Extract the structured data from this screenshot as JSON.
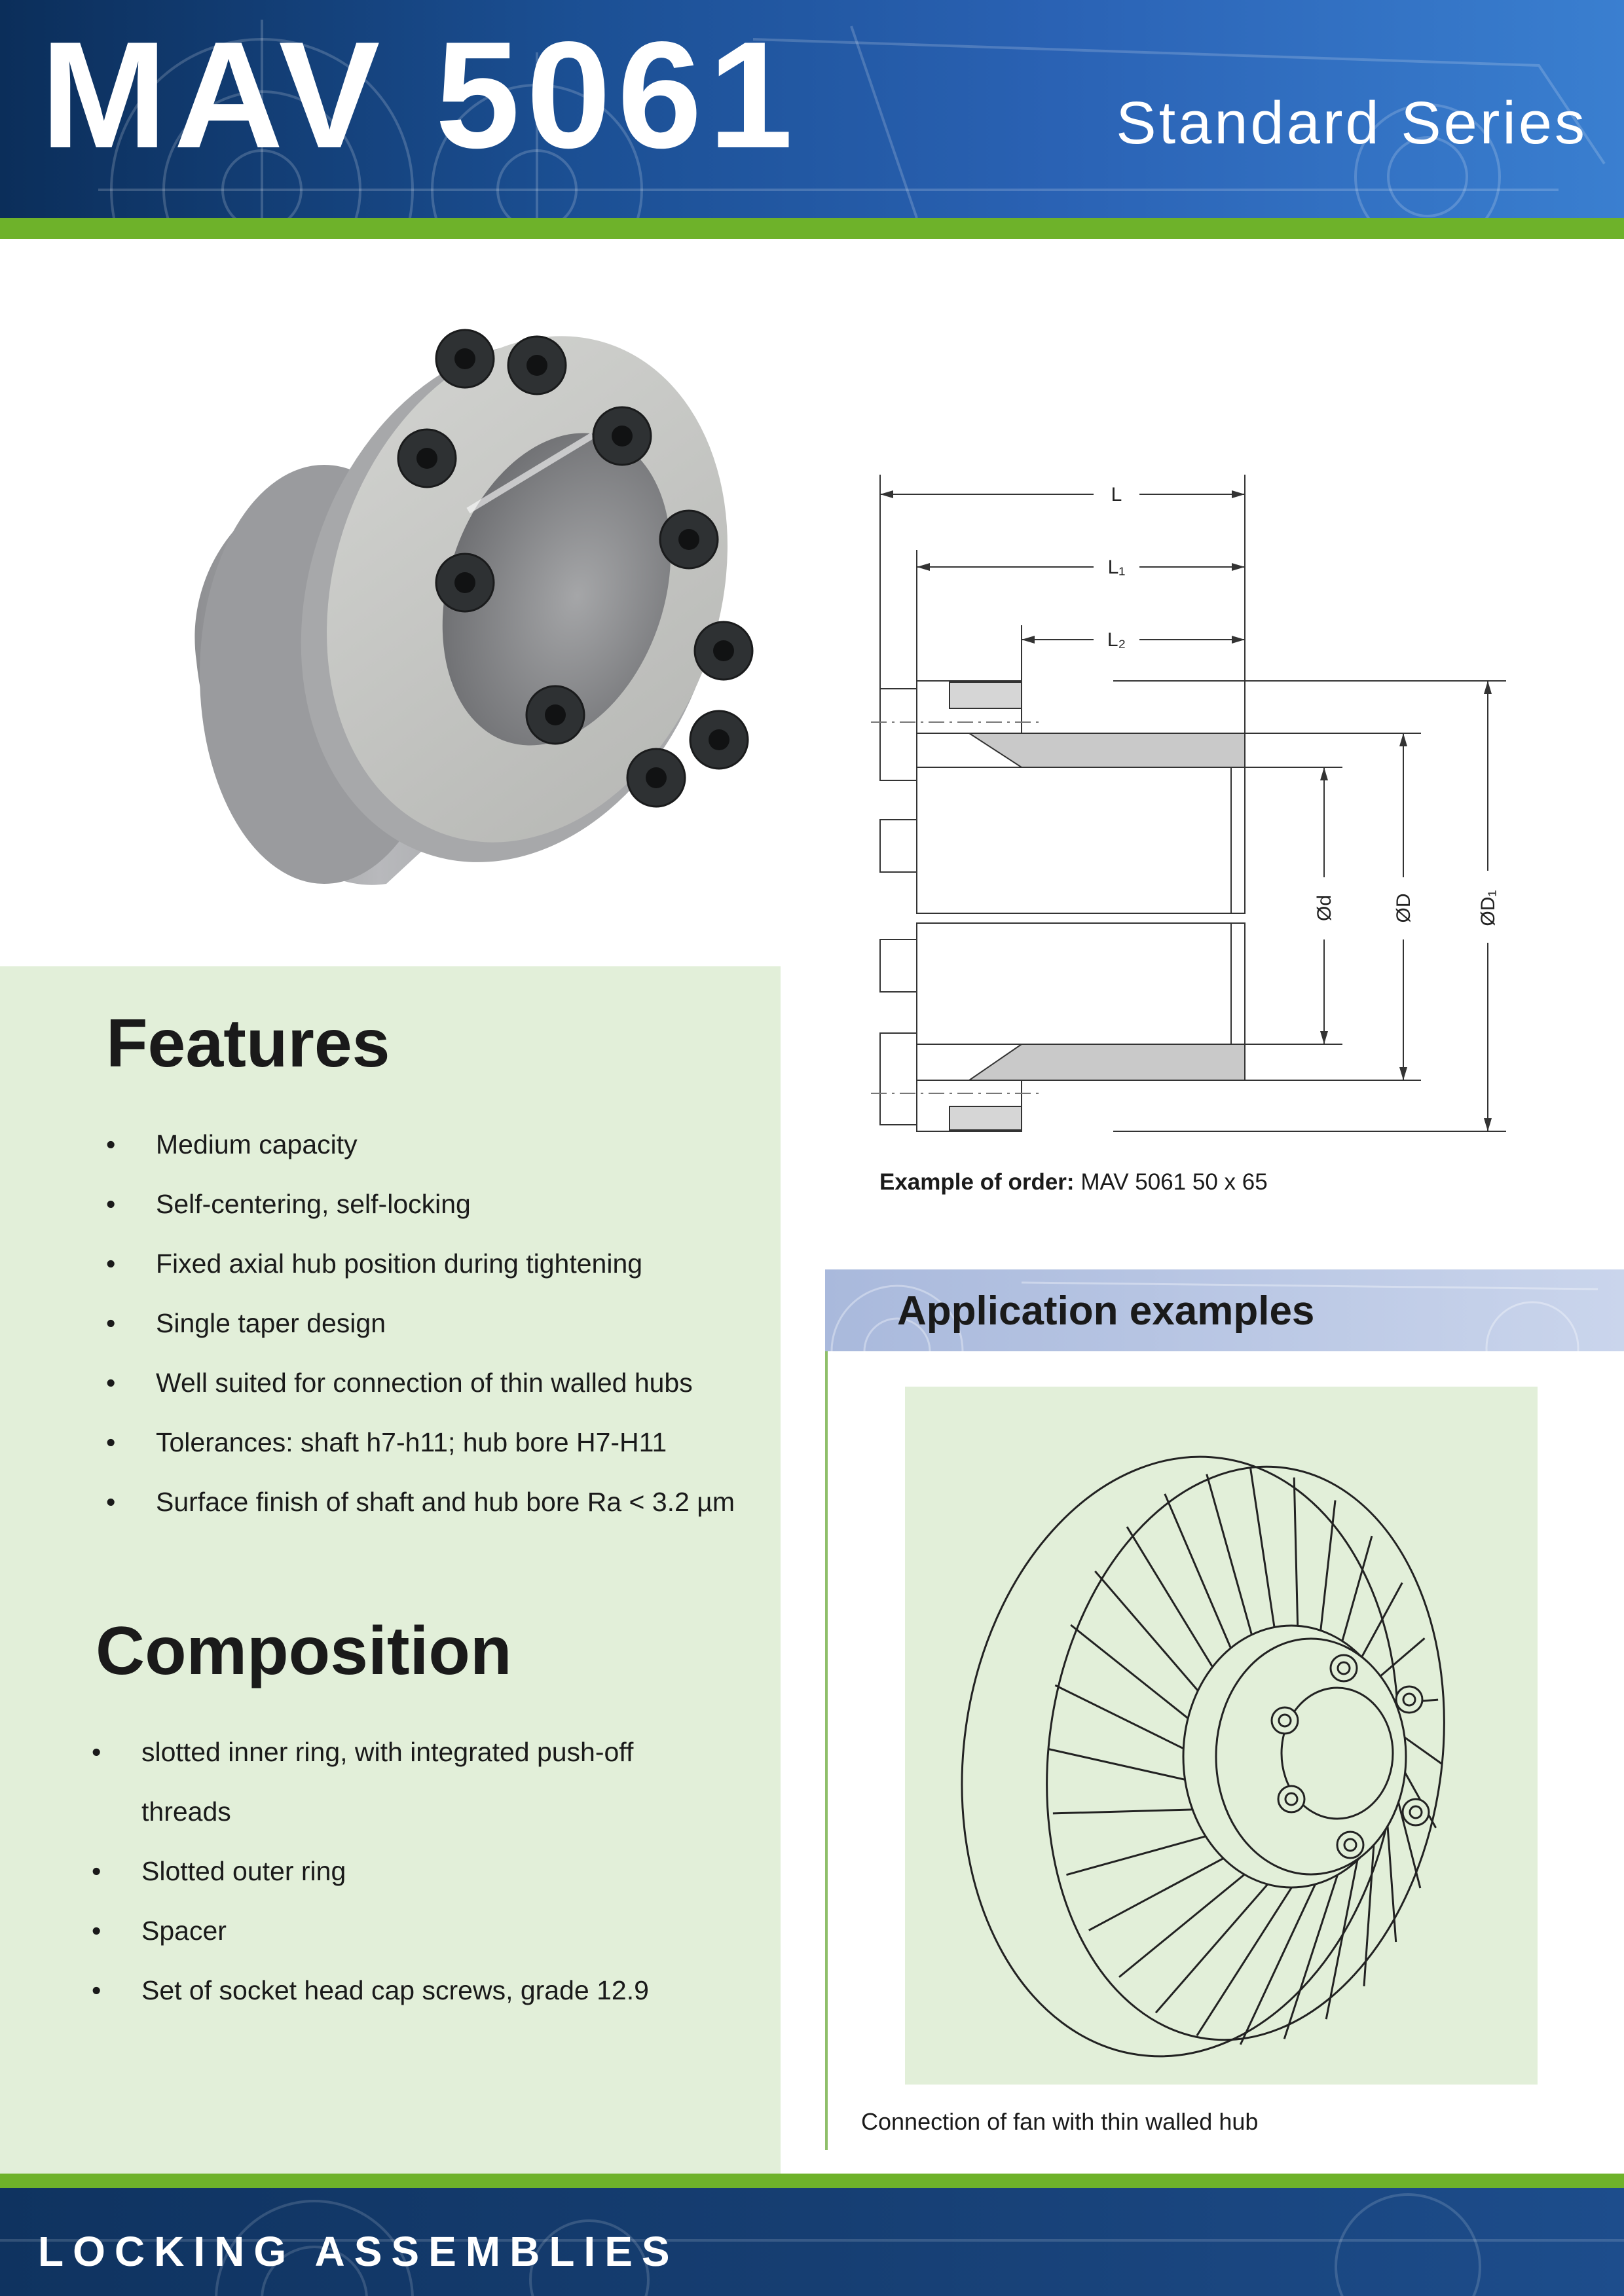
{
  "header": {
    "product_title": "MAV 5061",
    "series": "Standard Series"
  },
  "drawing": {
    "labels": {
      "L": "L",
      "L1": "L₁",
      "L2": "L₂",
      "d": "Ød",
      "D": "ØD",
      "D1": "ØD₁"
    }
  },
  "order": {
    "label": "Example of order:",
    "value": "MAV 5061 50 x 65"
  },
  "features": {
    "title": "Features",
    "bullet": "•",
    "items": [
      "Medium capacity",
      "Self-centering, self-locking",
      "Fixed axial hub position during tightening",
      "Single taper design",
      "Well suited for connection of thin walled hubs",
      "Tolerances: shaft h7-h11; hub bore H7-H11",
      "Surface finish of shaft and hub bore Ra < 3.2 µm"
    ]
  },
  "composition": {
    "title": "Composition",
    "items": [
      "slotted inner ring, with integrated push-off",
      "threads",
      "Slotted outer ring",
      "Spacer",
      "Set of socket head cap screws, grade 12.9"
    ]
  },
  "application": {
    "title": "Application examples",
    "caption": "Connection of fan with thin walled hub"
  },
  "footer": {
    "text": "LOCKING ASSEMBLIES"
  },
  "colors": {
    "header_blue": "#1b4f93",
    "accent_green": "#6eb22a",
    "panel_green": "#e2efd9",
    "app_header_blue": "#b8c6e4"
  }
}
